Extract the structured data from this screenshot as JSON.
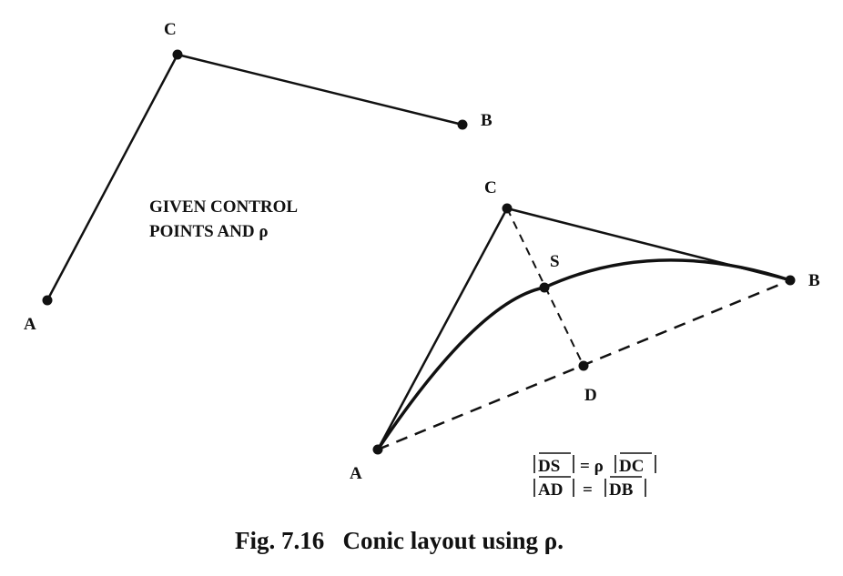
{
  "figure": {
    "left_panel": {
      "points": {
        "a": "A",
        "b": "B",
        "c": "C"
      },
      "label_line1": "GIVEN CONTROL",
      "label_line2": "POINTS AND ρ"
    },
    "right_panel": {
      "points": {
        "a": "A",
        "b": "B",
        "c": "C",
        "s": "S",
        "d": "D"
      },
      "eq1_ds": "DS",
      "eq1_rho": "= ρ",
      "eq1_dc": "DC",
      "eq2_ad": "AD",
      "eq2_eq": "=",
      "eq2_db": "DB"
    },
    "caption": "Fig. 7.16   Conic layout using ρ."
  }
}
